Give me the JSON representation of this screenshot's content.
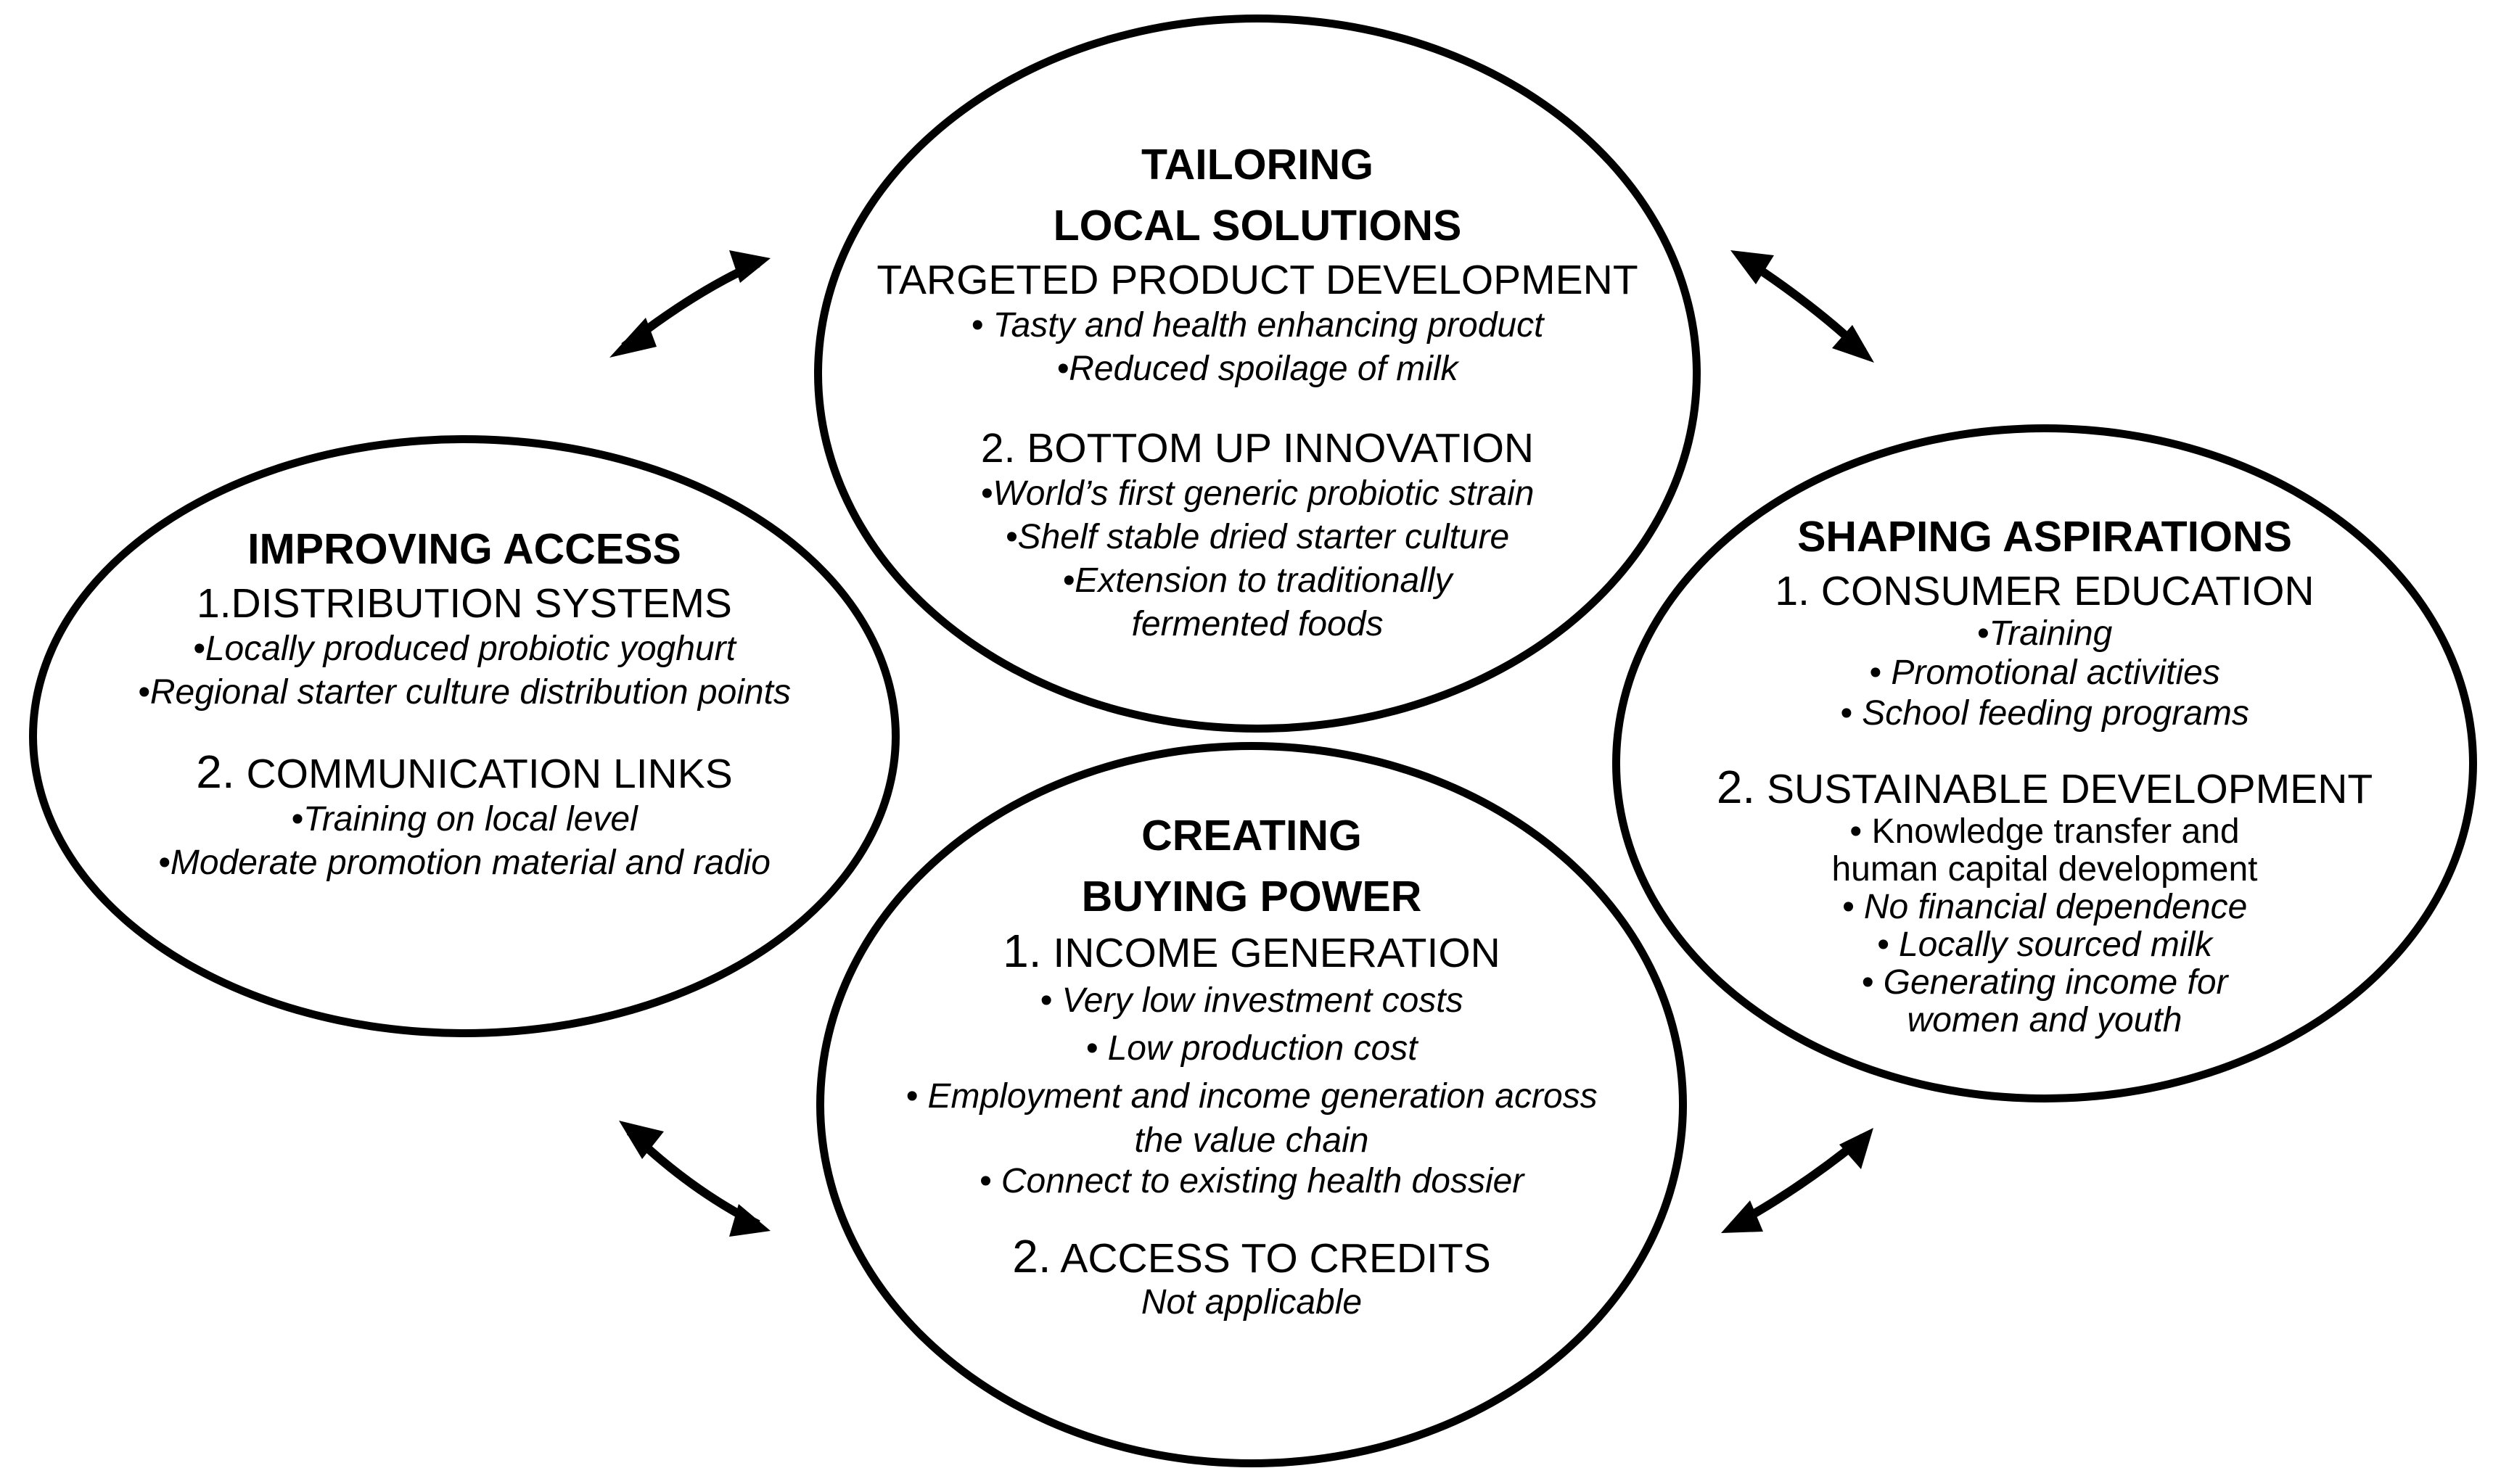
{
  "top": {
    "title": [
      "TAILORING",
      "LOCAL SOLUTIONS"
    ],
    "section1": "TARGETED PRODUCT DEVELOPMENT",
    "section1_items": [
      "• Tasty and health enhancing product",
      "•Reduced spoilage of milk"
    ],
    "section2_num": "2.",
    "section2": "BOTTOM UP INNOVATION",
    "section2_items": [
      "•World’s first generic probiotic strain",
      "•Shelf stable dried starter culture",
      "•Extension to traditionally",
      "fermented foods"
    ]
  },
  "left": {
    "title": "IMPROVING ACCESS",
    "section1": "1.DISTRIBUTION SYSTEMS",
    "section1_items": [
      "•Locally produced probiotic yoghurt",
      "•Regional starter culture distribution points"
    ],
    "section2_num": "2.",
    "section2": "COMMUNICATION LINKS",
    "section2_items": [
      "•Training on local level",
      "•Moderate promotion material and radio"
    ]
  },
  "right": {
    "title": "SHAPING ASPIRATIONS",
    "section1": "1.   CONSUMER EDUCATION",
    "section1_items": [
      "•Training",
      "• Promotional activities",
      "• School feeding programs"
    ],
    "section2_num": "2.",
    "section2": "SUSTAINABLE DEVELOPMENT",
    "section2_items": [
      "• Knowledge transfer and",
      "human capital development",
      "• No financial dependence",
      "• Locally sourced milk",
      "• Generating income for",
      "women and youth"
    ]
  },
  "bottom": {
    "title": [
      "CREATING",
      "BUYING POWER"
    ],
    "section1_num": "1.",
    "section1": "INCOME GENERATION",
    "section1_items": [
      "• Very low investment costs",
      "• Low production cost",
      "• Employment and income generation across",
      "the value chain",
      "•  Connect to existing health dossier"
    ],
    "section2_num": "2.",
    "section2": "ACCESS TO CREDITS",
    "section2_items": [
      "Not applicable"
    ]
  }
}
